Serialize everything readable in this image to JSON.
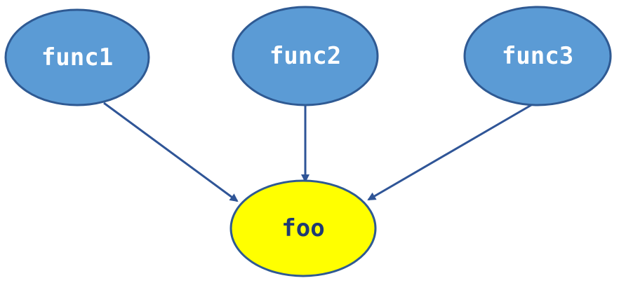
{
  "diagram": {
    "nodes": [
      {
        "id": "func1",
        "label": "func1",
        "fill": "#5B9BD5",
        "stroke": "#2F5A93",
        "text_color": "#ffffff"
      },
      {
        "id": "func2",
        "label": "func2",
        "fill": "#5B9BD5",
        "stroke": "#2F5A93",
        "text_color": "#ffffff"
      },
      {
        "id": "func3",
        "label": "func3",
        "fill": "#5B9BD5",
        "stroke": "#2F5A93",
        "text_color": "#ffffff"
      },
      {
        "id": "foo",
        "label": "foo",
        "fill": "#FFFF00",
        "stroke": "#2F5A93",
        "text_color": "#1F3A73"
      }
    ],
    "edges": [
      {
        "from": "func1",
        "to": "foo"
      },
      {
        "from": "func2",
        "to": "foo"
      },
      {
        "from": "func3",
        "to": "foo"
      }
    ],
    "edge_color": "#2F5597"
  }
}
